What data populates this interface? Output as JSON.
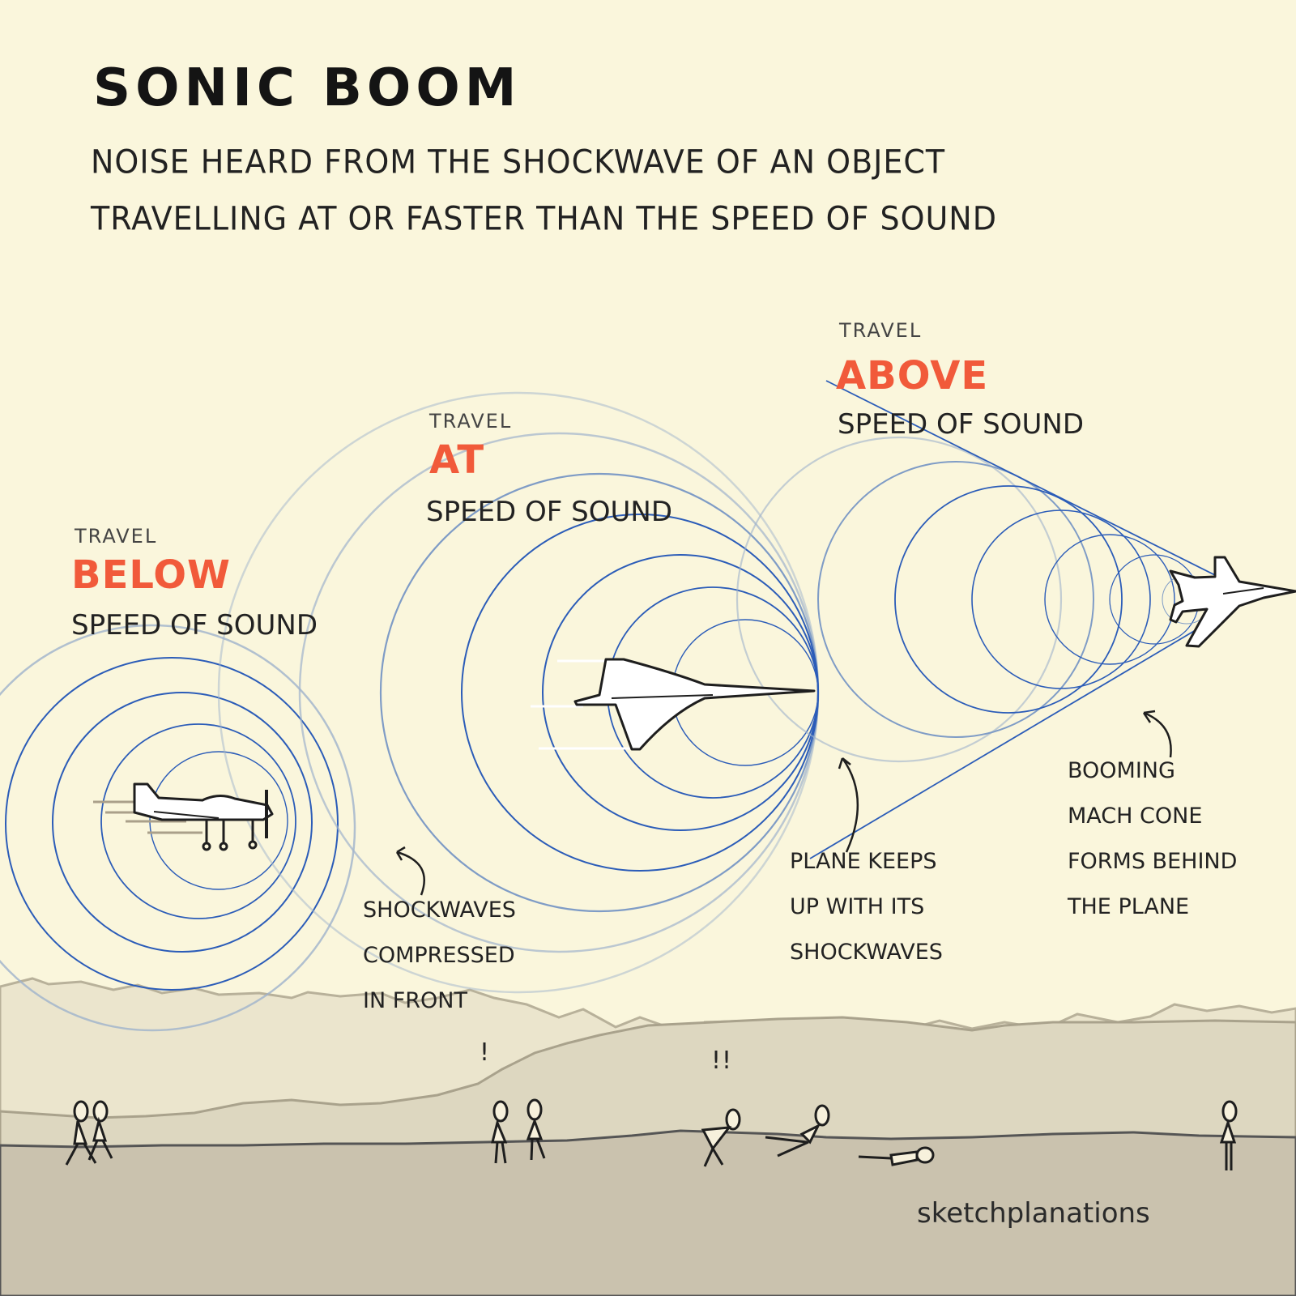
{
  "title": "SONIC BOOM",
  "subtitle": {
    "line1": "NOISE HEARD FROM THE SHOCKWAVE OF AN OBJECT",
    "line2": "TRAVELLING AT OR FASTER THAN THE SPEED OF SOUND"
  },
  "colors": {
    "background_sky": "#faf6dc",
    "mountains_far": "#ebe5cd",
    "hills_mid": "#ddd7c0",
    "ground": "#cac2ae",
    "accent_red": "#f15a3a",
    "wave_blue": "#2b5cb8",
    "wave_faint": "#9fb3cc",
    "ink": "#1e1e1e"
  },
  "panels": [
    {
      "id": "below",
      "travel_label": "TRAVEL",
      "speed_word": "BELOW",
      "speed_suffix": "SPEED OF SOUND",
      "aircraft": "propeller-plane",
      "annotation": [
        "SHOCKWAVES",
        "COMPRESSED",
        "IN FRONT"
      ]
    },
    {
      "id": "at",
      "travel_label": "TRAVEL",
      "speed_word": "AT",
      "speed_suffix": "SPEED OF SOUND",
      "aircraft": "concorde",
      "annotation": [
        "PLANE KEEPS",
        "UP WITH ITS",
        "SHOCKWAVES"
      ]
    },
    {
      "id": "above",
      "travel_label": "TRAVEL",
      "speed_word": "ABOVE",
      "speed_suffix": "SPEED OF SOUND",
      "aircraft": "fighter-jet",
      "annotation": [
        "BOOMING",
        "MACH CONE",
        "FORMS BEHIND",
        "THE PLANE"
      ]
    }
  ],
  "people": {
    "group1_exclaim": "",
    "group2_exclaim": "!",
    "group3_exclaim": "!!"
  },
  "credit": "sketchplanations"
}
